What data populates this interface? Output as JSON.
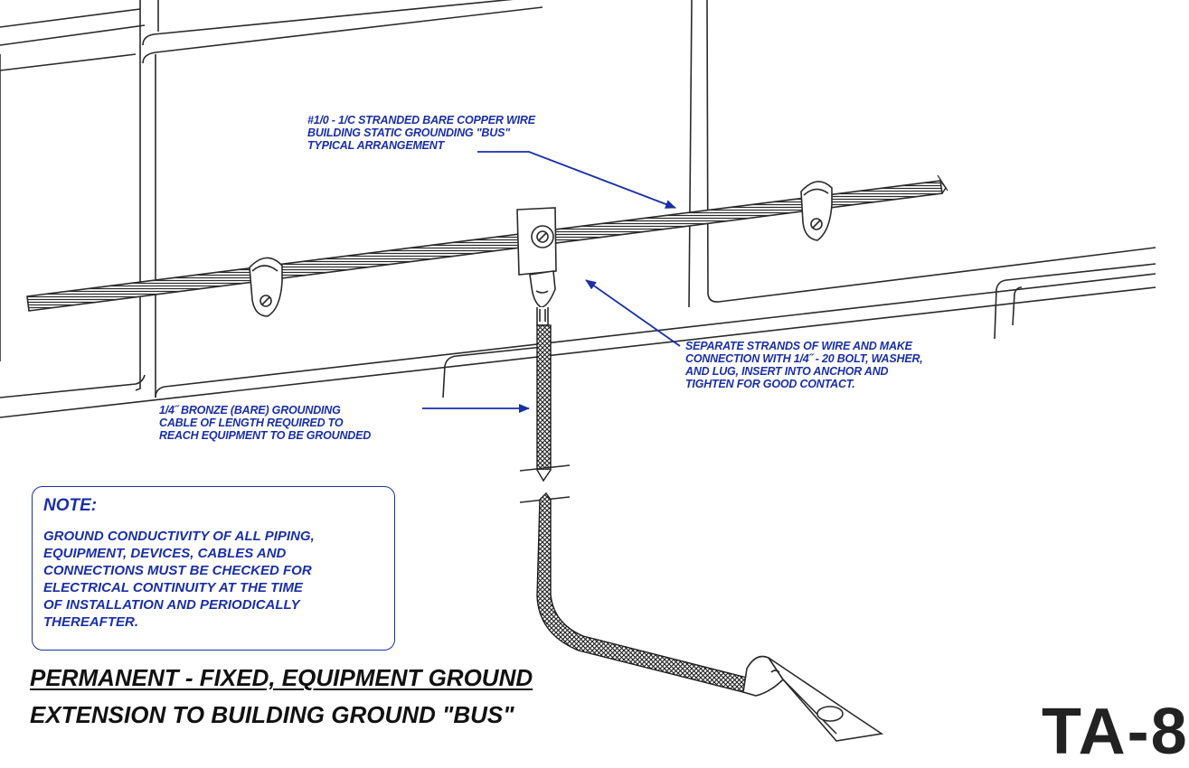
{
  "callouts": {
    "bus_wire": [
      "#1/0  -  1/C STRANDED BARE COPPER WIRE",
      "BUILDING STATIC GROUNDING \"BUS\"",
      "TYPICAL ARRANGEMENT"
    ],
    "connection": [
      "SEPARATE STRANDS OF WIRE AND MAKE",
      "CONNECTION WITH 1/4˝  -  20 BOLT, WASHER,",
      "AND LUG, INSERT INTO ANCHOR AND",
      "TIGHTEN FOR GOOD CONTACT."
    ],
    "bronze_cable": [
      "1/4˝ BRONZE (BARE) GROUNDING",
      "CABLE OF LENGTH REQUIRED TO",
      "REACH EQUIPMENT TO BE GROUNDED"
    ]
  },
  "note": {
    "title": "NOTE:",
    "lines": [
      "GROUND CONDUCTIVITY OF ALL PIPING,",
      "EQUIPMENT, DEVICES, CABLES AND",
      "CONNECTIONS MUST BE CHECKED FOR",
      "ELECTRICAL CONTINUITY AT THE TIME",
      "OF INSTALLATION AND PERIODICALLY",
      "THEREAFTER."
    ]
  },
  "title": {
    "line1": "PERMANENT  -  FIXED, EQUIPMENT GROUND",
    "line2": "EXTENSION TO BUILDING GROUND \"BUS\""
  },
  "drawing_number": "TA-8",
  "colors": {
    "callout_text": "#1a2fa8",
    "linework": "#2a2a2a",
    "title_text": "#111111"
  }
}
